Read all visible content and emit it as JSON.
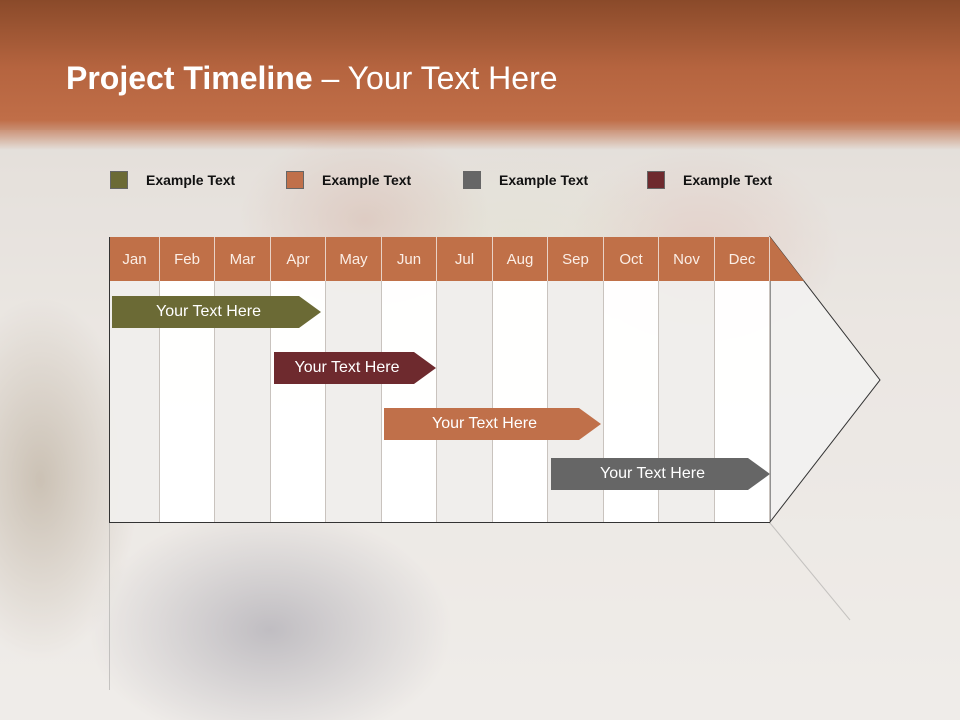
{
  "slide": {
    "title_bold": "Project Timeline",
    "title_rest": " – Your Text Here"
  },
  "legend": [
    {
      "label": "Example Text",
      "color": "#6b6a35"
    },
    {
      "label": "Example Text",
      "color": "#c0704a"
    },
    {
      "label": "Example Text",
      "color": "#666666"
    },
    {
      "label": "Example Text",
      "color": "#6e2a2e"
    }
  ],
  "months": [
    "Jan",
    "Feb",
    "Mar",
    "Apr",
    "May",
    "Jun",
    "Jul",
    "Aug",
    "Sep",
    "Oct",
    "Nov",
    "Dec"
  ],
  "tasks": [
    {
      "label": "Your  Text Here",
      "color": "#6b6a35"
    },
    {
      "label": "Your  Text Here",
      "color": "#6e2a2e"
    },
    {
      "label": "Your  Text Here",
      "color": "#c0704a"
    },
    {
      "label": "Your  Text Here",
      "color": "#666666"
    }
  ]
}
